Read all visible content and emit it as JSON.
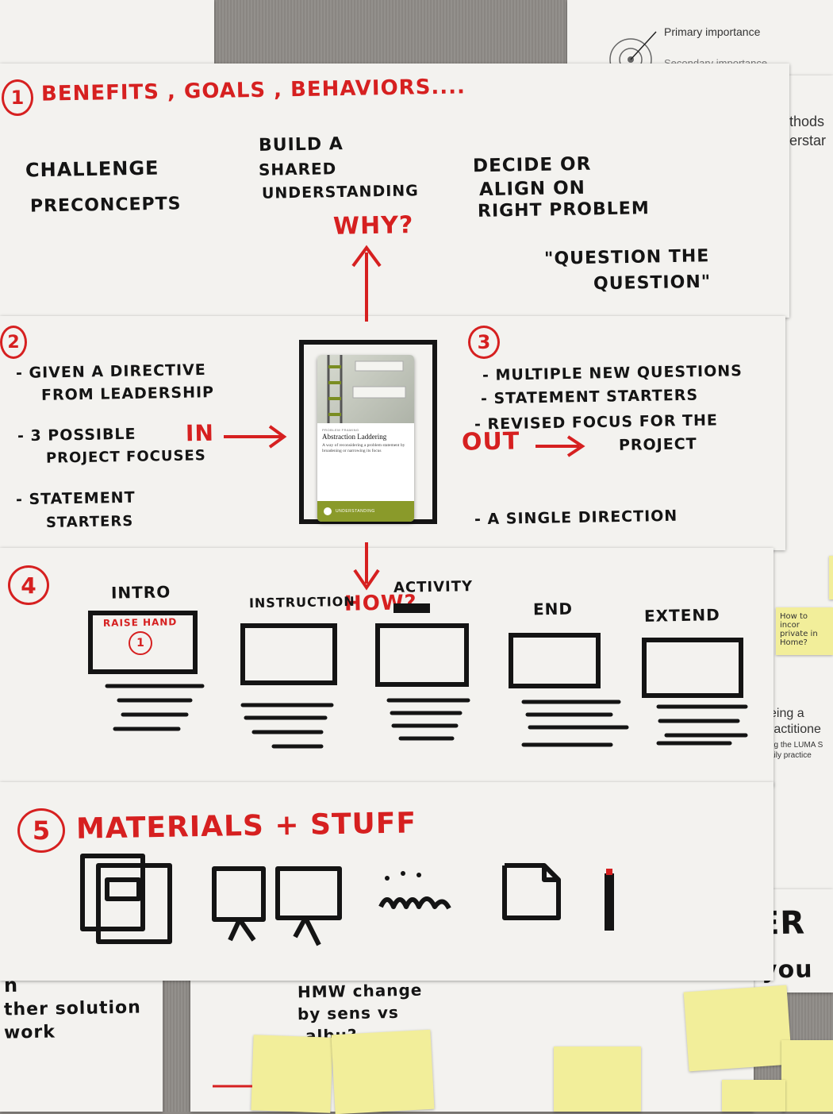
{
  "background_sheets": {
    "top_right_label": "Primary importance",
    "top_right_sub": "Secondary importance",
    "right_partial_1": "ethods",
    "right_partial_2": "derstar",
    "right_partial_3": "eing a",
    "right_partial_4": "ractitione",
    "right_partial_5": "ng the LUMA S",
    "right_partial_6": "aily practice",
    "right_bottom_1": "ER",
    "right_bottom_2": "you",
    "bottom_left_1": "n",
    "bottom_left_2": "ther solution",
    "bottom_left_3": "work",
    "bottom_mid_1": "HMW change",
    "bottom_mid_2": "by sens vs",
    "bottom_mid_3": "albu?"
  },
  "section1": {
    "number": "1",
    "heading": "BENEFITS , GOALS , BEHAVIORS....",
    "item1_line1": "CHALLENGE",
    "item1_line2": "PRECONCEPTS",
    "item2_line1": "BUILD A",
    "item2_line2": "SHARED",
    "item2_line3": "UNDERSTANDING",
    "item3_line1": "DECIDE OR",
    "item3_line2": "ALIGN ON",
    "item3_line3": "RIGHT PROBLEM",
    "quote_line1": "\"QUESTION THE",
    "quote_line2": "QUESTION\"",
    "why": "WHY?"
  },
  "section2": {
    "number": "2",
    "bullet1_line1": "- GIVEN A DIRECTIVE",
    "bullet1_line2": "FROM LEADERSHIP",
    "bullet2_line1": "- 3 POSSIBLE",
    "bullet2_line2": "PROJECT FOCUSES",
    "bullet3_line1": "- STATEMENT",
    "bullet3_line2": "STARTERS",
    "in_label": "IN"
  },
  "card": {
    "category": "PROBLEM FRAMING",
    "title": "Abstraction Laddering",
    "description": "A way of reconsidering a problem statement by broadening or narrowing its focus",
    "footer": "UNDERSTANDING"
  },
  "section3": {
    "number": "3",
    "bullet1": "- MULTIPLE NEW QUESTIONS",
    "bullet2": "- STATEMENT STARTERS",
    "bullet3_line1": "- REVISED FOCUS FOR THE",
    "bullet3_line2": "PROJECT",
    "bullet4": "- A SINGLE DIRECTION",
    "out_label": "OUT"
  },
  "section4": {
    "number": "4",
    "how": "HOW?",
    "steps": [
      "INTRO",
      "INSTRUCTION",
      "ACTIVITY",
      "END",
      "EXTEND"
    ],
    "intro_note": "RAISE HAND",
    "intro_note_num": "1"
  },
  "section5": {
    "number": "5",
    "heading": "MATERIALS + STUFF"
  },
  "sticky_note_right": "How to incor private in Home?",
  "colors": {
    "marker_red": "#d62020",
    "marker_black": "#141414",
    "card_green": "#8a9a2a",
    "sticky": "#f2ee9a"
  }
}
